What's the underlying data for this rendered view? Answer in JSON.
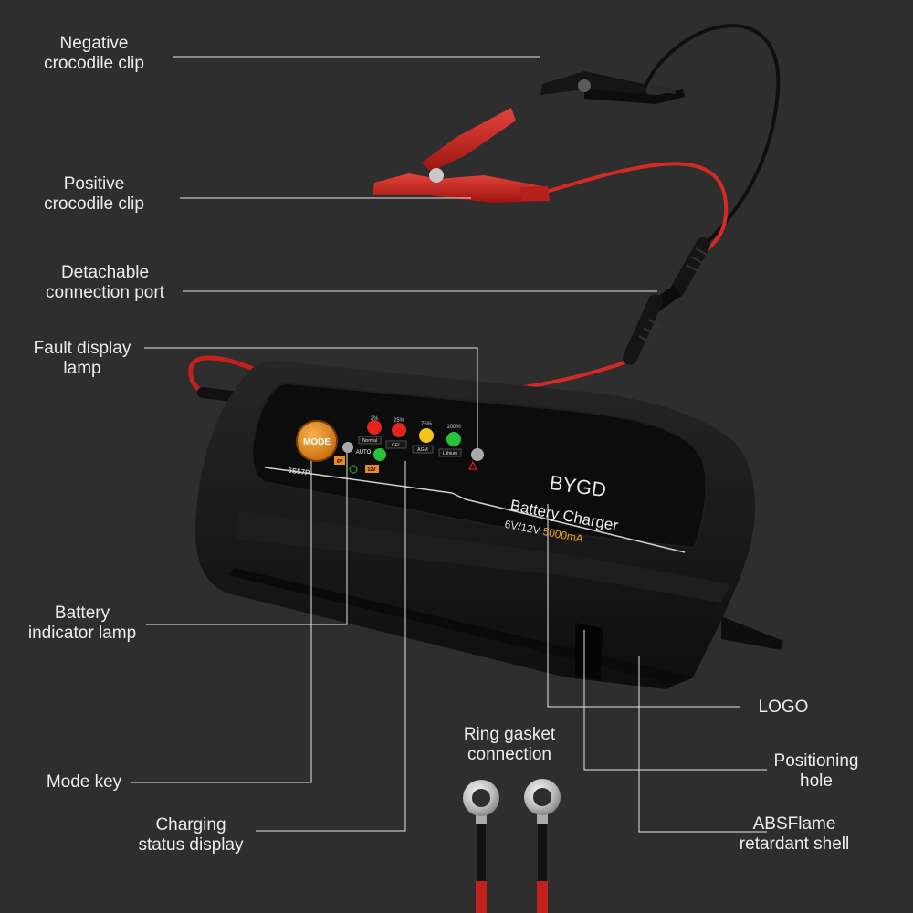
{
  "labels": {
    "negative_clip": [
      "Negative",
      "crocodile clip"
    ],
    "positive_clip": [
      "Positive",
      "crocodile clip"
    ],
    "connection_port": [
      "Detachable",
      "connection port"
    ],
    "fault_lamp": [
      "Fault display",
      "lamp"
    ],
    "battery_lamp": [
      "Battery",
      "indicator lamp"
    ],
    "mode_key": [
      "Mode key"
    ],
    "charging_display": [
      "Charging",
      "status display"
    ],
    "logo": [
      "LOGO"
    ],
    "ring_gasket": [
      "Ring gasket",
      "connection"
    ],
    "positioning_hole": [
      "Positioning",
      "hole"
    ],
    "abs_shell": [
      "ABSFlame",
      "retardant shell"
    ]
  },
  "device": {
    "brand": "BYGD",
    "product": "Battery Charger",
    "voltage": "6V/12V",
    "current": "5000mA",
    "model": "6S57P",
    "mode_button": "MODE",
    "auto_label": "AUTO",
    "v6_label": "6V",
    "v12_label": "12V",
    "status_pcts": [
      "2%",
      "25%",
      "75%",
      "100%"
    ],
    "status_names": [
      "Normal",
      "GEL",
      "AGM",
      "Lithium"
    ]
  },
  "colors": {
    "background": "#2e2e2e",
    "shell": "#161616",
    "panel": "#0c0c0c",
    "red_wire": "#d42a25",
    "black_wire": "#111111",
    "mode_button": "#e88a1e",
    "lamp_red": "#e3231c",
    "lamp_yellow": "#f3c318",
    "lamp_green": "#27c43b",
    "lamp_grey": "#a9a9a9",
    "accent": "#f4a01d",
    "leader_line": "#e6e6e6"
  }
}
